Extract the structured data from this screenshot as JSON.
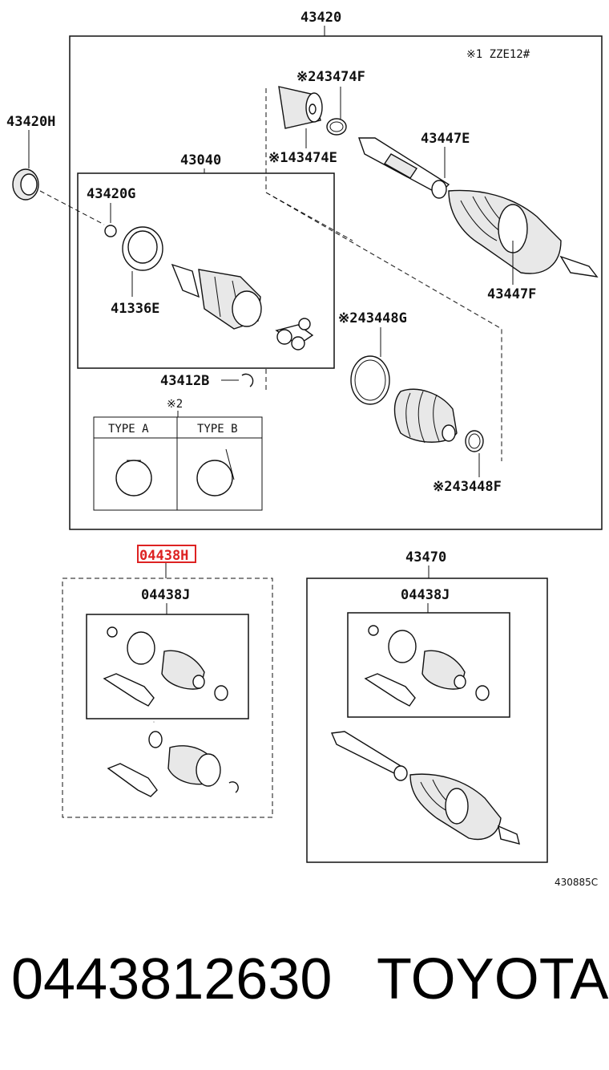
{
  "diagram": {
    "labels": {
      "top_assembly": "43420",
      "zze": "※1 ZZE12#",
      "l_43420H": "43420H",
      "l_43474F": "※243474F",
      "l_43474E": "※143474E",
      "l_43447E": "43447E",
      "l_43040": "43040",
      "l_43420G": "43420G",
      "l_41336E": "41336E",
      "l_43447F": "43447F",
      "l_43448G": "※243448G",
      "l_43412B": "43412B",
      "mark2": "※2",
      "type_a": "TYPE A",
      "type_b": "TYPE B",
      "l_43448F": "※243448F",
      "l_04438H": "04438H",
      "l_04438J_left": "04438J",
      "l_43470": "43470",
      "l_04438J_right": "04438J",
      "code": "430885C"
    },
    "highlight_color": "#dd2222"
  },
  "footer": {
    "part_number": "0443812630",
    "brand": "TOYOTA"
  }
}
